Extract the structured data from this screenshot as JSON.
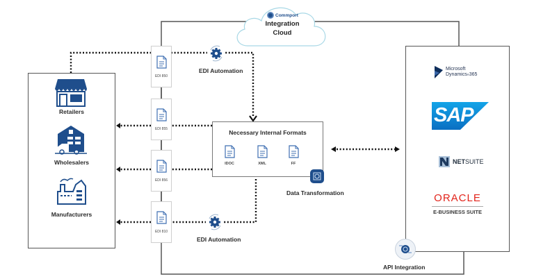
{
  "cloud": {
    "brand": "Commport",
    "title_line1": "Integration",
    "title_line2": "Cloud"
  },
  "partners": [
    {
      "label": "Retailers",
      "icon": "storefront-icon"
    },
    {
      "label": "Wholesalers",
      "icon": "warehouse-icon"
    },
    {
      "label": "Manufacturers",
      "icon": "factory-icon"
    }
  ],
  "edi_documents": [
    "EDI 850",
    "EDI 855",
    "EDI 856",
    "EDI 810"
  ],
  "automation": {
    "top_label": "EDI Automation",
    "bottom_label": "EDI Automation"
  },
  "internal_formats": {
    "title": "Necessary Internal Formats",
    "formats": [
      "IDOC",
      "XML",
      "FF"
    ]
  },
  "data_transformation": {
    "label": "Data Transformation"
  },
  "erp_systems": {
    "microsoft": {
      "line1": "Microsoft",
      "line2": "Dynamics",
      "version": "365"
    },
    "sap": "SAP",
    "netsuite": {
      "bold": "NET",
      "regular": "SUITE"
    },
    "oracle": {
      "name": "ORACLE",
      "product": "E-BUSINESS SUITE"
    }
  },
  "api_integration": {
    "label": "API Integration"
  },
  "colors": {
    "brand_blue": "#1f4e8c",
    "doc_blue": "#3f6fb2",
    "oracle_red": "#e2231a",
    "sap_blue": "#0b8fd6",
    "cloud_stroke": "#a8d8e6"
  }
}
